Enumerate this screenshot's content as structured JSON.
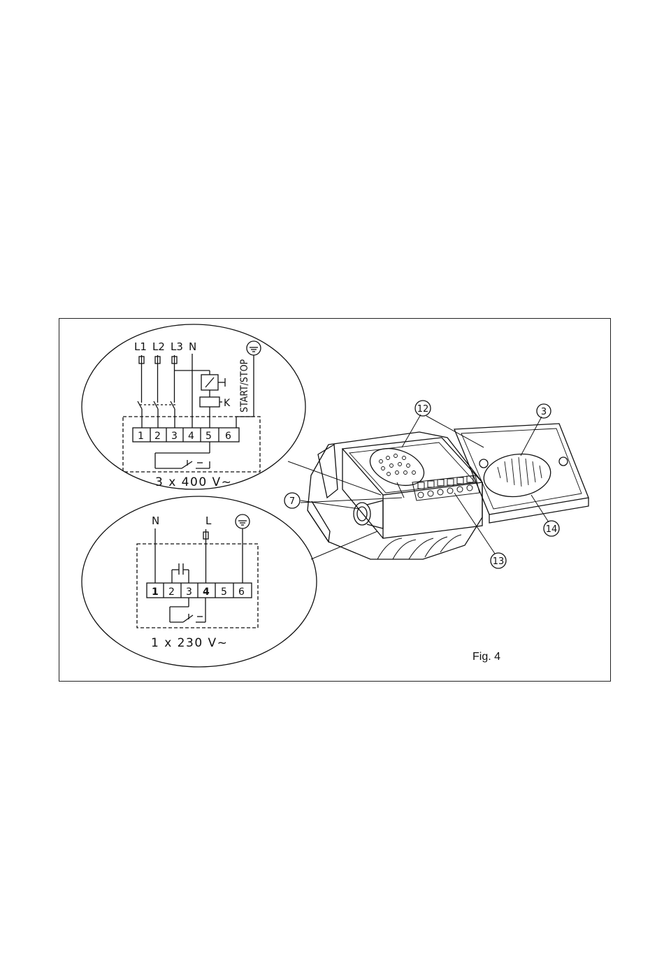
{
  "figure": {
    "caption": "Fig. 4",
    "three_phase": {
      "supply_labels": [
        "L1",
        "L2",
        "L3",
        "N"
      ],
      "terminals": [
        "1",
        "2",
        "3",
        "4",
        "5",
        "6"
      ],
      "contactor_label": "K",
      "start_stop_label": "START/STOP",
      "voltage_label": "3 x 400 V~"
    },
    "single_phase": {
      "supply_labels": [
        "N",
        "L"
      ],
      "terminals": [
        "1",
        "2",
        "3",
        "4",
        "5",
        "6"
      ],
      "voltage_label": "1 x 230 V~"
    },
    "callouts": [
      "12",
      "3",
      "7",
      "13",
      "14"
    ]
  }
}
